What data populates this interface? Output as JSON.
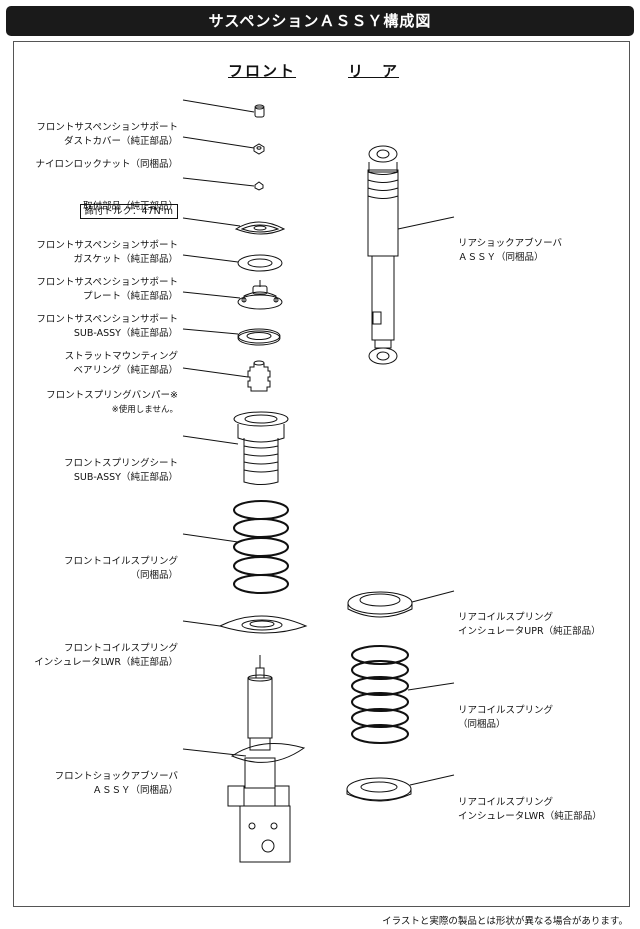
{
  "title": "サスペンションＡＳＳＹ構成図",
  "headings": {
    "front": "フロント",
    "rear": "リ　ア"
  },
  "front_parts": [
    {
      "line1": "フロントサスペンションサポート",
      "line2": "ダストカバー（純正部品）"
    },
    {
      "line1": "ナイロンロックナット（同梱品）",
      "line2": "締付トルク：47N·m"
    },
    {
      "line1": "取付部品（純正部品）",
      "line2": ""
    },
    {
      "line1": "フロントサスペンションサポート",
      "line2": "ガスケット（純正部品）"
    },
    {
      "line1": "フロントサスペンションサポート",
      "line2": "プレート（純正部品）"
    },
    {
      "line1": "フロントサスペンションサポート",
      "line2": "SUB-ASSY（純正部品）"
    },
    {
      "line1": "ストラットマウンティング",
      "line2": "ベアリング（純正部品）"
    },
    {
      "line1": "フロントスプリングバンパー※",
      "line2": "※使用しません。"
    },
    {
      "line1": "フロントスプリングシート",
      "line2": "SUB-ASSY（純正部品）"
    },
    {
      "line1": "フロントコイルスプリング",
      "line2": "（同梱品）"
    },
    {
      "line1": "フロントコイルスプリング",
      "line2": "インシュレータLWR（純正部品）"
    },
    {
      "line1": "フロントショックアブソーバ",
      "line2": "ＡＳＳＹ（同梱品）"
    }
  ],
  "rear_parts": [
    {
      "line1": "リアショックアブソーバ",
      "line2": "ＡＳＳＹ（同梱品）"
    },
    {
      "line1": "リアコイルスプリング",
      "line2": "インシュレータUPR（純正部品）"
    },
    {
      "line1": "リアコイルスプリング",
      "line2": "（同梱品）"
    },
    {
      "line1": "リアコイルスプリング",
      "line2": "インシュレータLWR（純正部品）"
    }
  ],
  "footer_note": "イラストと実際の製品とは形状が異なる場合があります。"
}
